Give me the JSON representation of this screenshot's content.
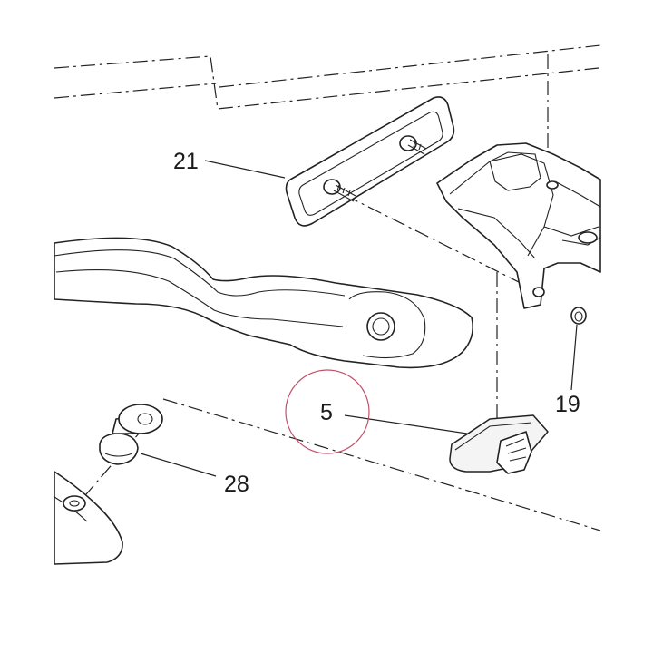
{
  "callouts": {
    "part_21": "21",
    "part_5": "5",
    "part_19": "19",
    "part_28": "28"
  },
  "highlight_color": "#c0506a",
  "line_color": "#222222"
}
